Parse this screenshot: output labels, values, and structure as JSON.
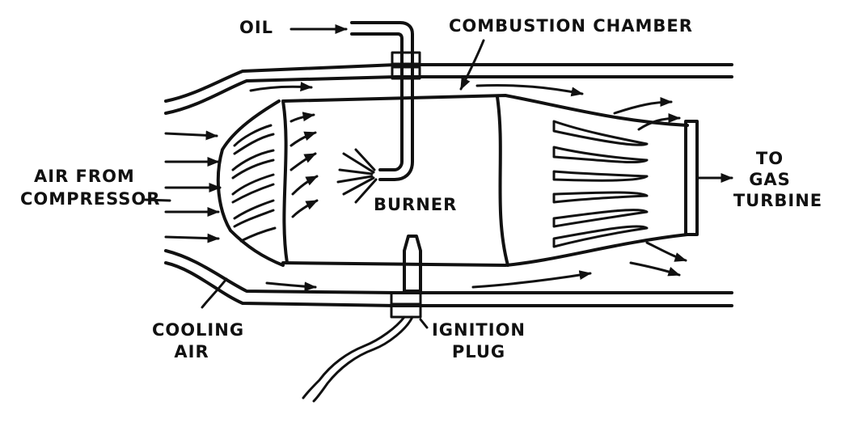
{
  "labels": {
    "oil": "OIL",
    "combustion_chamber": "COMBUSTION CHAMBER",
    "air_from_compressor_line1": "AIR FROM",
    "air_from_compressor_line2": "COMPRESSOR",
    "burner": "BURNER",
    "to_gas_turbine_line1": "TO",
    "to_gas_turbine_line2": "GAS",
    "to_gas_turbine_line3": "TURBINE",
    "cooling_air_line1": "COOLING",
    "cooling_air_line2": "AIR",
    "ignition_plug_line1": "IGNITION",
    "ignition_plug_line2": "PLUG"
  },
  "colors": {
    "ink": "#111111",
    "background": "#ffffff"
  }
}
